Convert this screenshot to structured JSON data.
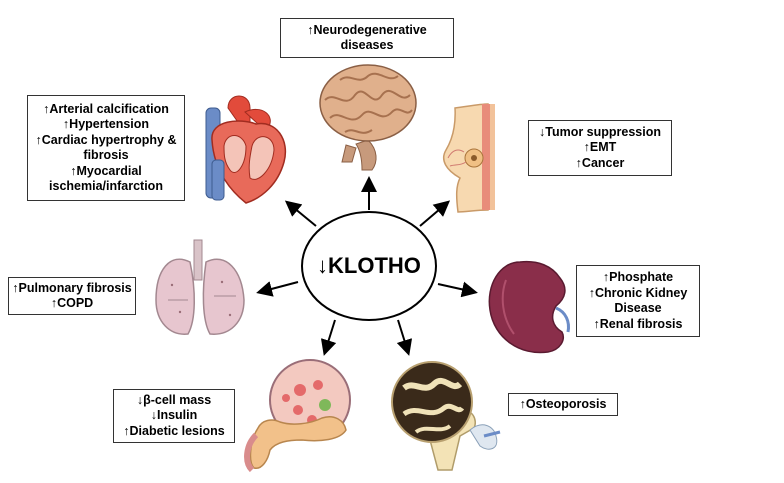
{
  "center": {
    "label": "↓KLOTHO"
  },
  "effects": {
    "brain": [
      "↑Neurodegenerative",
      "diseases"
    ],
    "heart": [
      "↑Arterial calcification",
      "↑Hypertension",
      "↑Cardiac hypertrophy &",
      "fibrosis",
      "↑Myocardial",
      "ischemia/infarction"
    ],
    "breast": [
      "↓Tumor suppression",
      "↑EMT",
      "↑Cancer"
    ],
    "lung": [
      "↑Pulmonary fibrosis",
      "↑COPD"
    ],
    "kidney": [
      "↑Phosphate",
      "↑Chronic Kidney",
      "Disease",
      "↑Renal fibrosis"
    ],
    "pancreas": [
      "↓β-cell mass",
      "↓Insulin",
      "↑Diabetic lesions"
    ],
    "bone": [
      "↑Osteoporosis"
    ]
  },
  "icons": [
    "brain-icon",
    "heart-icon",
    "breast-icon",
    "lung-icon",
    "kidney-icon",
    "pancreas-icon",
    "bone-icon"
  ]
}
